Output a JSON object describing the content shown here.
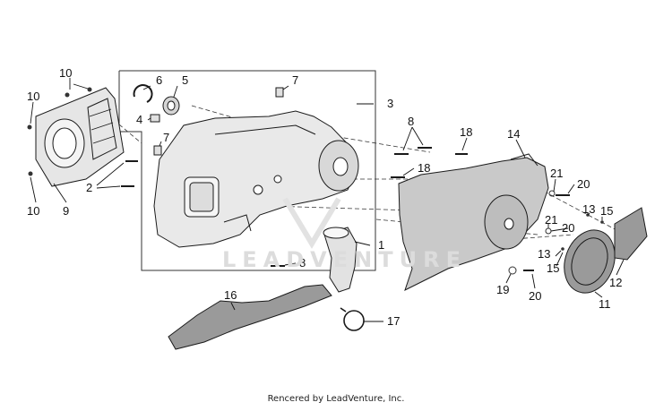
{
  "callouts": {
    "c1": "1",
    "c2": "2",
    "c3": "3",
    "c4": "4",
    "c5": "5",
    "c6": "6",
    "c7a": "7",
    "c7b": "7",
    "c8a": "8",
    "c8b": "8",
    "c9": "9",
    "c10a": "10",
    "c10b": "10",
    "c10c": "10",
    "c11": "11",
    "c12": "12",
    "c13a": "13",
    "c13b": "13",
    "c14": "14",
    "c15a": "15",
    "c15b": "15",
    "c16": "16",
    "c17": "17",
    "c18a": "18",
    "c18b": "18",
    "c19": "19",
    "c20a": "20",
    "c20b": "20",
    "c20c": "20",
    "c21a": "21",
    "c21b": "21"
  },
  "watermark": "LEADVENTURE",
  "footer_text": "Rencered by LeadVenture, Inc.",
  "colors": {
    "line": "#1a1a1a",
    "part_fill": "#e6e6e6",
    "cover_fill": "#c9c9c9",
    "gasket_fill": "#9a9a9a",
    "watermark": "#dcdcdc"
  }
}
